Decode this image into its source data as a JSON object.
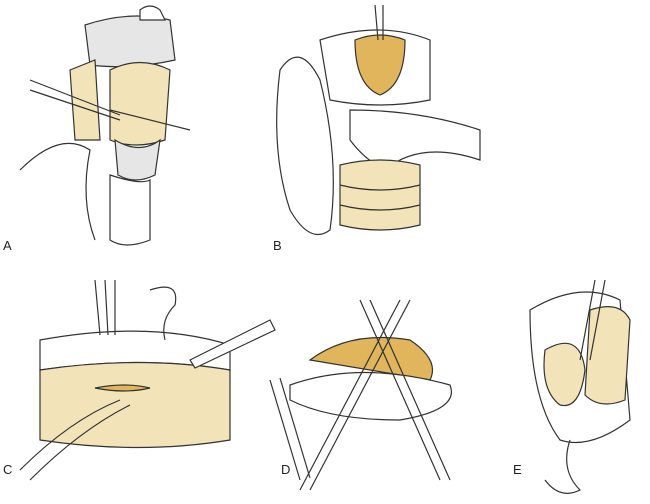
{
  "figure": {
    "panels": [
      {
        "label": "A"
      },
      {
        "label": "B"
      },
      {
        "label": "C"
      },
      {
        "label": "D"
      },
      {
        "label": "E"
      }
    ]
  },
  "colors": {
    "tissue": "#f2e3b8",
    "highlight": "#e0b55c",
    "outline": "#333333"
  }
}
